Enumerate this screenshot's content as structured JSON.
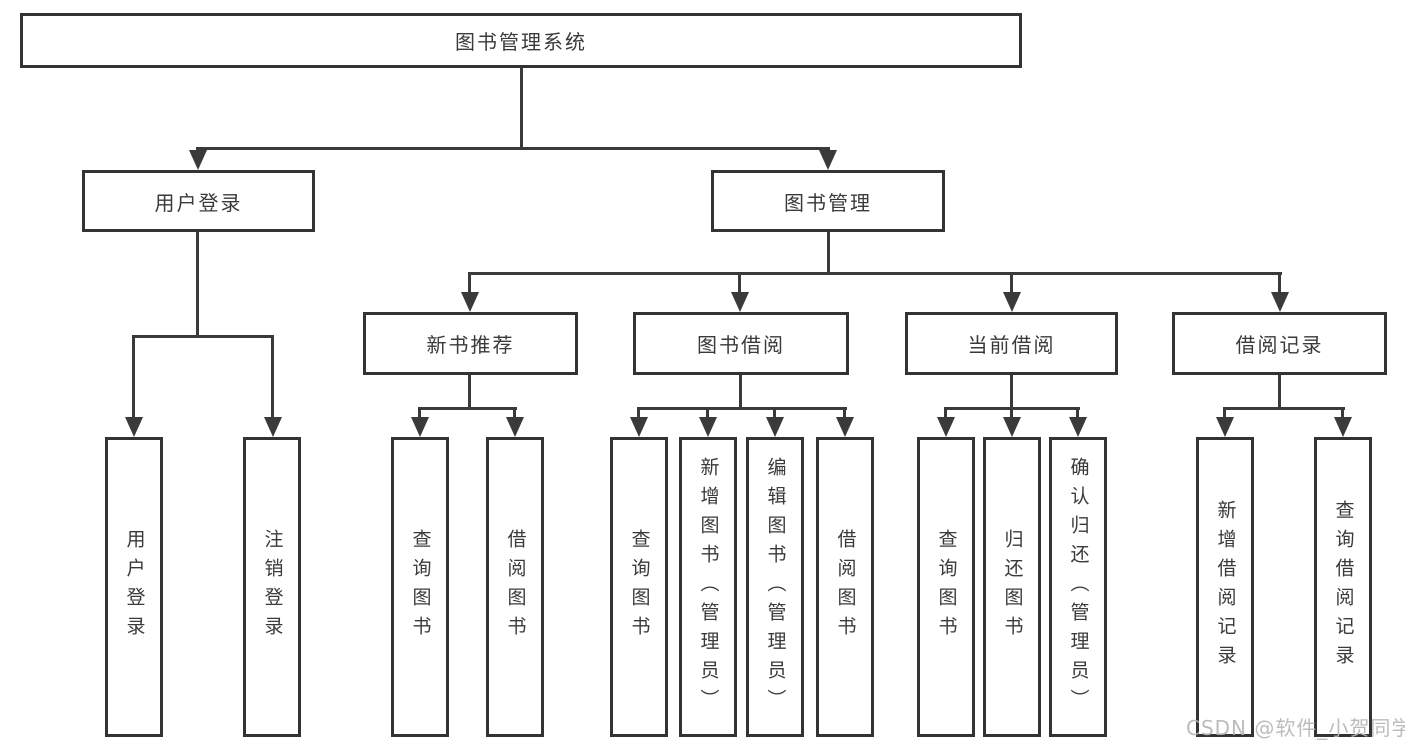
{
  "diagram": {
    "root": {
      "label": "图书管理系统"
    },
    "branches": [
      {
        "label": "用户登录",
        "children": [
          {
            "label": "用户登录"
          },
          {
            "label": "注销登录"
          }
        ]
      },
      {
        "label": "图书管理",
        "groups": [
          {
            "label": "新书推荐",
            "children": [
              {
                "label": "查询图书"
              },
              {
                "label": "借阅图书"
              }
            ]
          },
          {
            "label": "图书借阅",
            "children": [
              {
                "label": "查询图书"
              },
              {
                "label": "新增图书（管理员）"
              },
              {
                "label": "编辑图书（管理员）"
              },
              {
                "label": "借阅图书"
              }
            ]
          },
          {
            "label": "当前借阅",
            "children": [
              {
                "label": "查询图书"
              },
              {
                "label": "归还图书"
              },
              {
                "label": "确认归还（管理员）"
              }
            ]
          },
          {
            "label": "借阅记录",
            "children": [
              {
                "label": "新增借阅记录"
              },
              {
                "label": "查询借阅记录"
              }
            ]
          }
        ]
      }
    ],
    "watermark": "CSDN @软件_小贺同学",
    "colors": {
      "line": "#3a3a3a",
      "border": "#333333",
      "text": "#3a3a3a",
      "watermark": "#b5b5b5",
      "background": "#ffffff"
    }
  }
}
